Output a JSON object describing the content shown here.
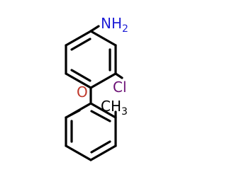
{
  "molecule": {
    "amine": {
      "main": "NH",
      "sub": "2",
      "color": "#1f1fd6"
    },
    "ether_oxygen": {
      "text": "O",
      "color": "#c0392b"
    },
    "chlorine": {
      "text": "Cl",
      "color": "#6a0f74"
    },
    "methyl": {
      "main": "CH",
      "sub": "3",
      "color": "#000000"
    },
    "bond_color": "#000000"
  }
}
